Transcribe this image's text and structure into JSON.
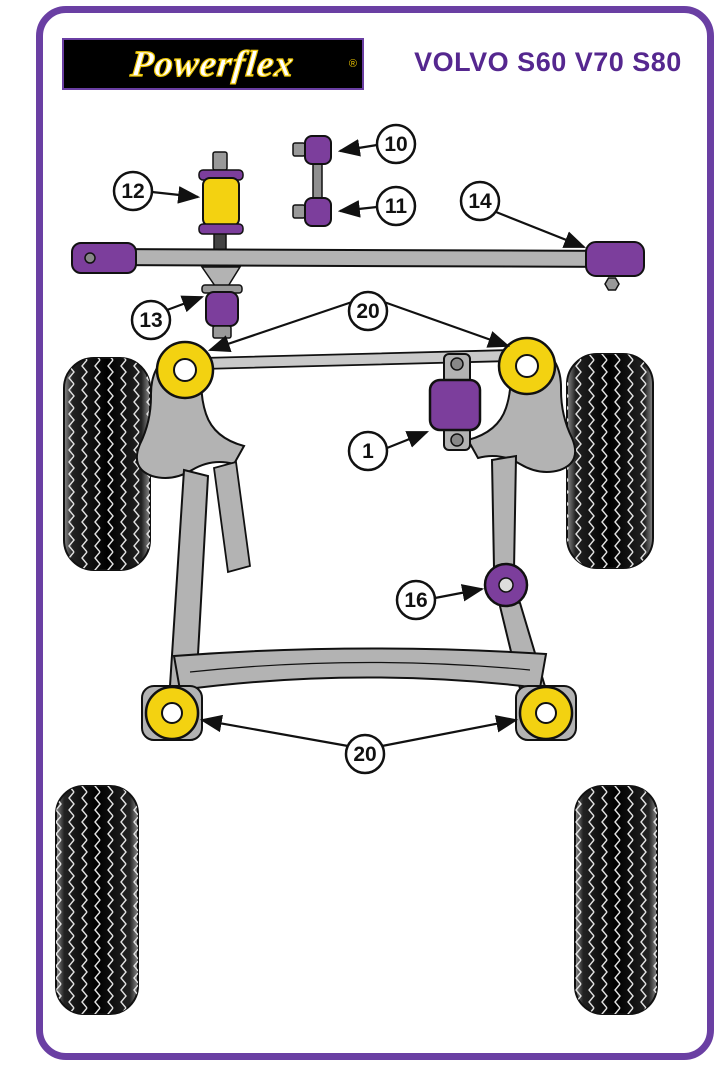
{
  "colors": {
    "frame_purple": "#6a3fa3",
    "title_purple": "#55278f",
    "part_purple": "#7c3e9c",
    "bushing_yellow": "#f3d211",
    "metal_gray": "#b3b3b3",
    "metal_gray_light": "#c9c9c9",
    "outline_black": "#111111",
    "logo_bg": "#000000",
    "logo_yellow": "#edc500"
  },
  "header": {
    "logo_text": "Powerflex",
    "registered_mark": "®",
    "model_title": "VOLVO S60 V70 S80"
  },
  "diagram": {
    "callouts": {
      "c10": "10",
      "c11": "11",
      "c12": "12",
      "c13": "13",
      "c14": "14",
      "c20_top": "20",
      "c1": "1",
      "c16": "16",
      "c20_bottom": "20"
    }
  }
}
